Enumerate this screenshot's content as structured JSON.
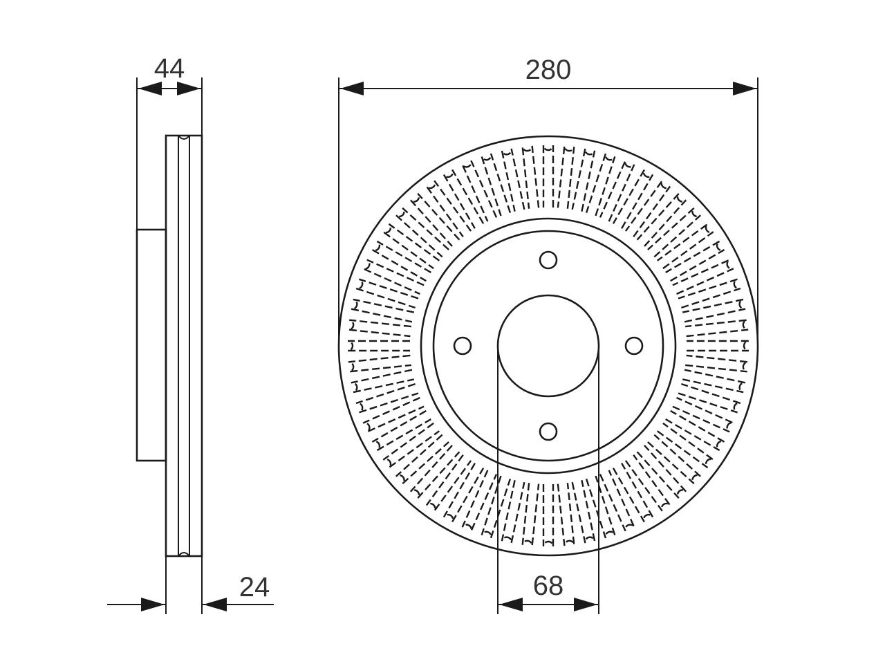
{
  "dimensions": {
    "overall_height": "44",
    "disc_diameter": "280",
    "disc_thickness": "24",
    "center_bore": "68"
  },
  "disc": {
    "bolt_holes": 4,
    "vent_slots": 60
  },
  "colors": {
    "line": "#1a1a1a",
    "text": "#333333",
    "background": "#ffffff"
  }
}
